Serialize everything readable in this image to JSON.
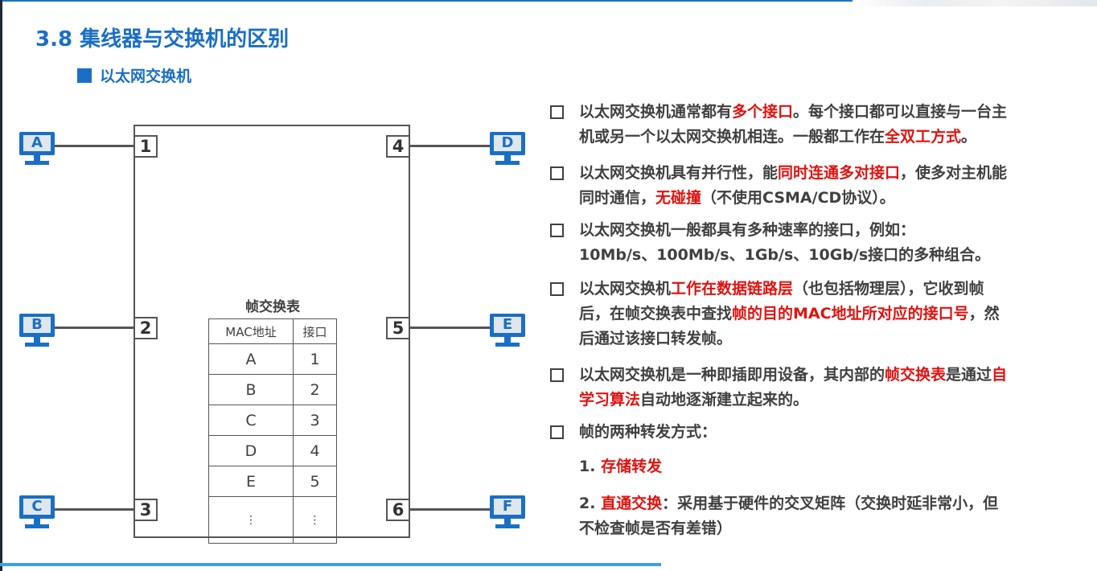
{
  "title": "3.8 集线器与交换机的区别",
  "subtitle": "以太网交换机",
  "diagram": {
    "ports": [
      "1",
      "2",
      "3",
      "4",
      "5",
      "6"
    ],
    "hosts": [
      "A",
      "B",
      "C",
      "D",
      "E",
      "F"
    ],
    "table": {
      "caption": "帧交换表",
      "headers": [
        "MAC地址",
        "接口"
      ],
      "rows": [
        [
          "A",
          "1"
        ],
        [
          "B",
          "2"
        ],
        [
          "C",
          "3"
        ],
        [
          "D",
          "4"
        ],
        [
          "E",
          "5"
        ],
        [
          "⋮",
          "⋮"
        ]
      ]
    }
  },
  "bullets": [
    {
      "line1": [
        {
          "t": "以太网交换机通常都有"
        },
        {
          "t": "多个接口",
          "red": true
        },
        {
          "t": "。每个接口都可以直接与一台主"
        }
      ],
      "line2": [
        {
          "t": "机或另一个以太网交换机相连。一般都工作在"
        },
        {
          "t": "全双工方式",
          "red": true
        },
        {
          "t": "。"
        }
      ]
    },
    {
      "line1": [
        {
          "t": "以太网交换机具有并行性，能"
        },
        {
          "t": "同时连通多对接口",
          "red": true
        },
        {
          "t": "，使多对主机能"
        }
      ],
      "line2": [
        {
          "t": "同时通信，"
        },
        {
          "t": "无碰撞",
          "red": true
        },
        {
          "t": "（不使用CSMA/CD协议）。"
        }
      ]
    },
    {
      "line1": [
        {
          "t": "以太网交换机一般都具有多种速率的接口，例如："
        }
      ],
      "line2": [
        {
          "t": "10Mb/s、100Mb/s、1Gb/s、10Gb/s接口的多种组合。"
        }
      ]
    },
    {
      "line1": [
        {
          "t": "以太网交换机"
        },
        {
          "t": "工作在数据链路层",
          "red": true
        },
        {
          "t": "（也包括物理层），它收到帧"
        }
      ],
      "line2": [
        {
          "t": "后，在帧交换表中查找"
        },
        {
          "t": "帧的目的MAC地址所对应的接口号",
          "red": true
        },
        {
          "t": "，然"
        }
      ],
      "line3": [
        {
          "t": "后通过该接口转发帧。"
        }
      ]
    },
    {
      "line1": [
        {
          "t": "以太网交换机是一种即插即用设备，其内部的"
        },
        {
          "t": "帧交换表",
          "red": true
        },
        {
          "t": "是通过"
        },
        {
          "t": "自",
          "red": true
        }
      ],
      "line2": [
        {
          "t": "学习算法",
          "red": true
        },
        {
          "t": "自动地逐渐建立起来的。"
        }
      ]
    },
    {
      "line1": [
        {
          "t": "帧的两种转发方式："
        }
      ]
    }
  ],
  "forwarding": [
    {
      "num": "1. ",
      "name": "存储转发",
      "desc": ""
    },
    {
      "num": "2. ",
      "name": "直通交换",
      "desc": "：采用基于硬件的交叉矩阵（交换时延非常小，但"
    }
  ],
  "forwarding_tail": "不检查帧是否有差错）"
}
